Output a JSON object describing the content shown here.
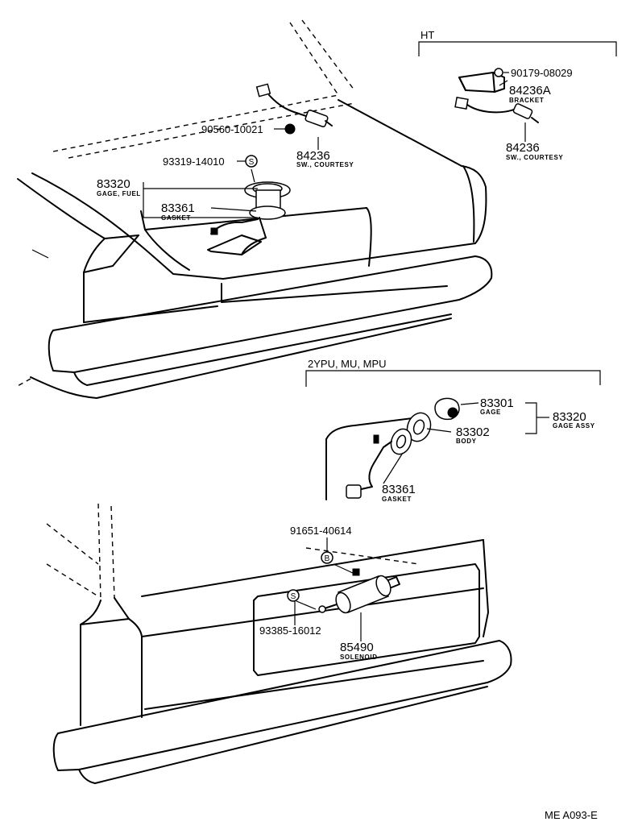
{
  "sections": {
    "ht": "HT",
    "tailgate": "2YPU, MU, MPU"
  },
  "parts": {
    "p90560": "90560-10021",
    "p84236_main": "84236",
    "p84236_main_desc": "SW., COURTESY",
    "p93319": "93319-14010",
    "p83320_main": "83320",
    "p83320_main_desc": "GAGE, FUEL",
    "p83361_main": "83361",
    "p83361_main_desc": "GASKET",
    "p90179": "90179-08029",
    "p84236a": "84236A",
    "p84236a_desc": "BRACKET",
    "p84236_ht": "84236",
    "p84236_ht_desc": "SW., COURTESY",
    "p83301": "83301",
    "p83301_desc": "GAGE",
    "p83302": "83302",
    "p83302_desc": "BODY",
    "p83320_assy": "83320",
    "p83320_assy_desc": "GAGE ASSY",
    "p83361_tg": "83361",
    "p83361_tg_desc": "GASKET",
    "p91651": "91651-40614",
    "p93385": "93385-16012",
    "p85490": "85490",
    "p85490_desc": "SOLENOID",
    "marker_s": "S",
    "marker_b": "B"
  },
  "footer": {
    "code": "ME A093-E"
  }
}
